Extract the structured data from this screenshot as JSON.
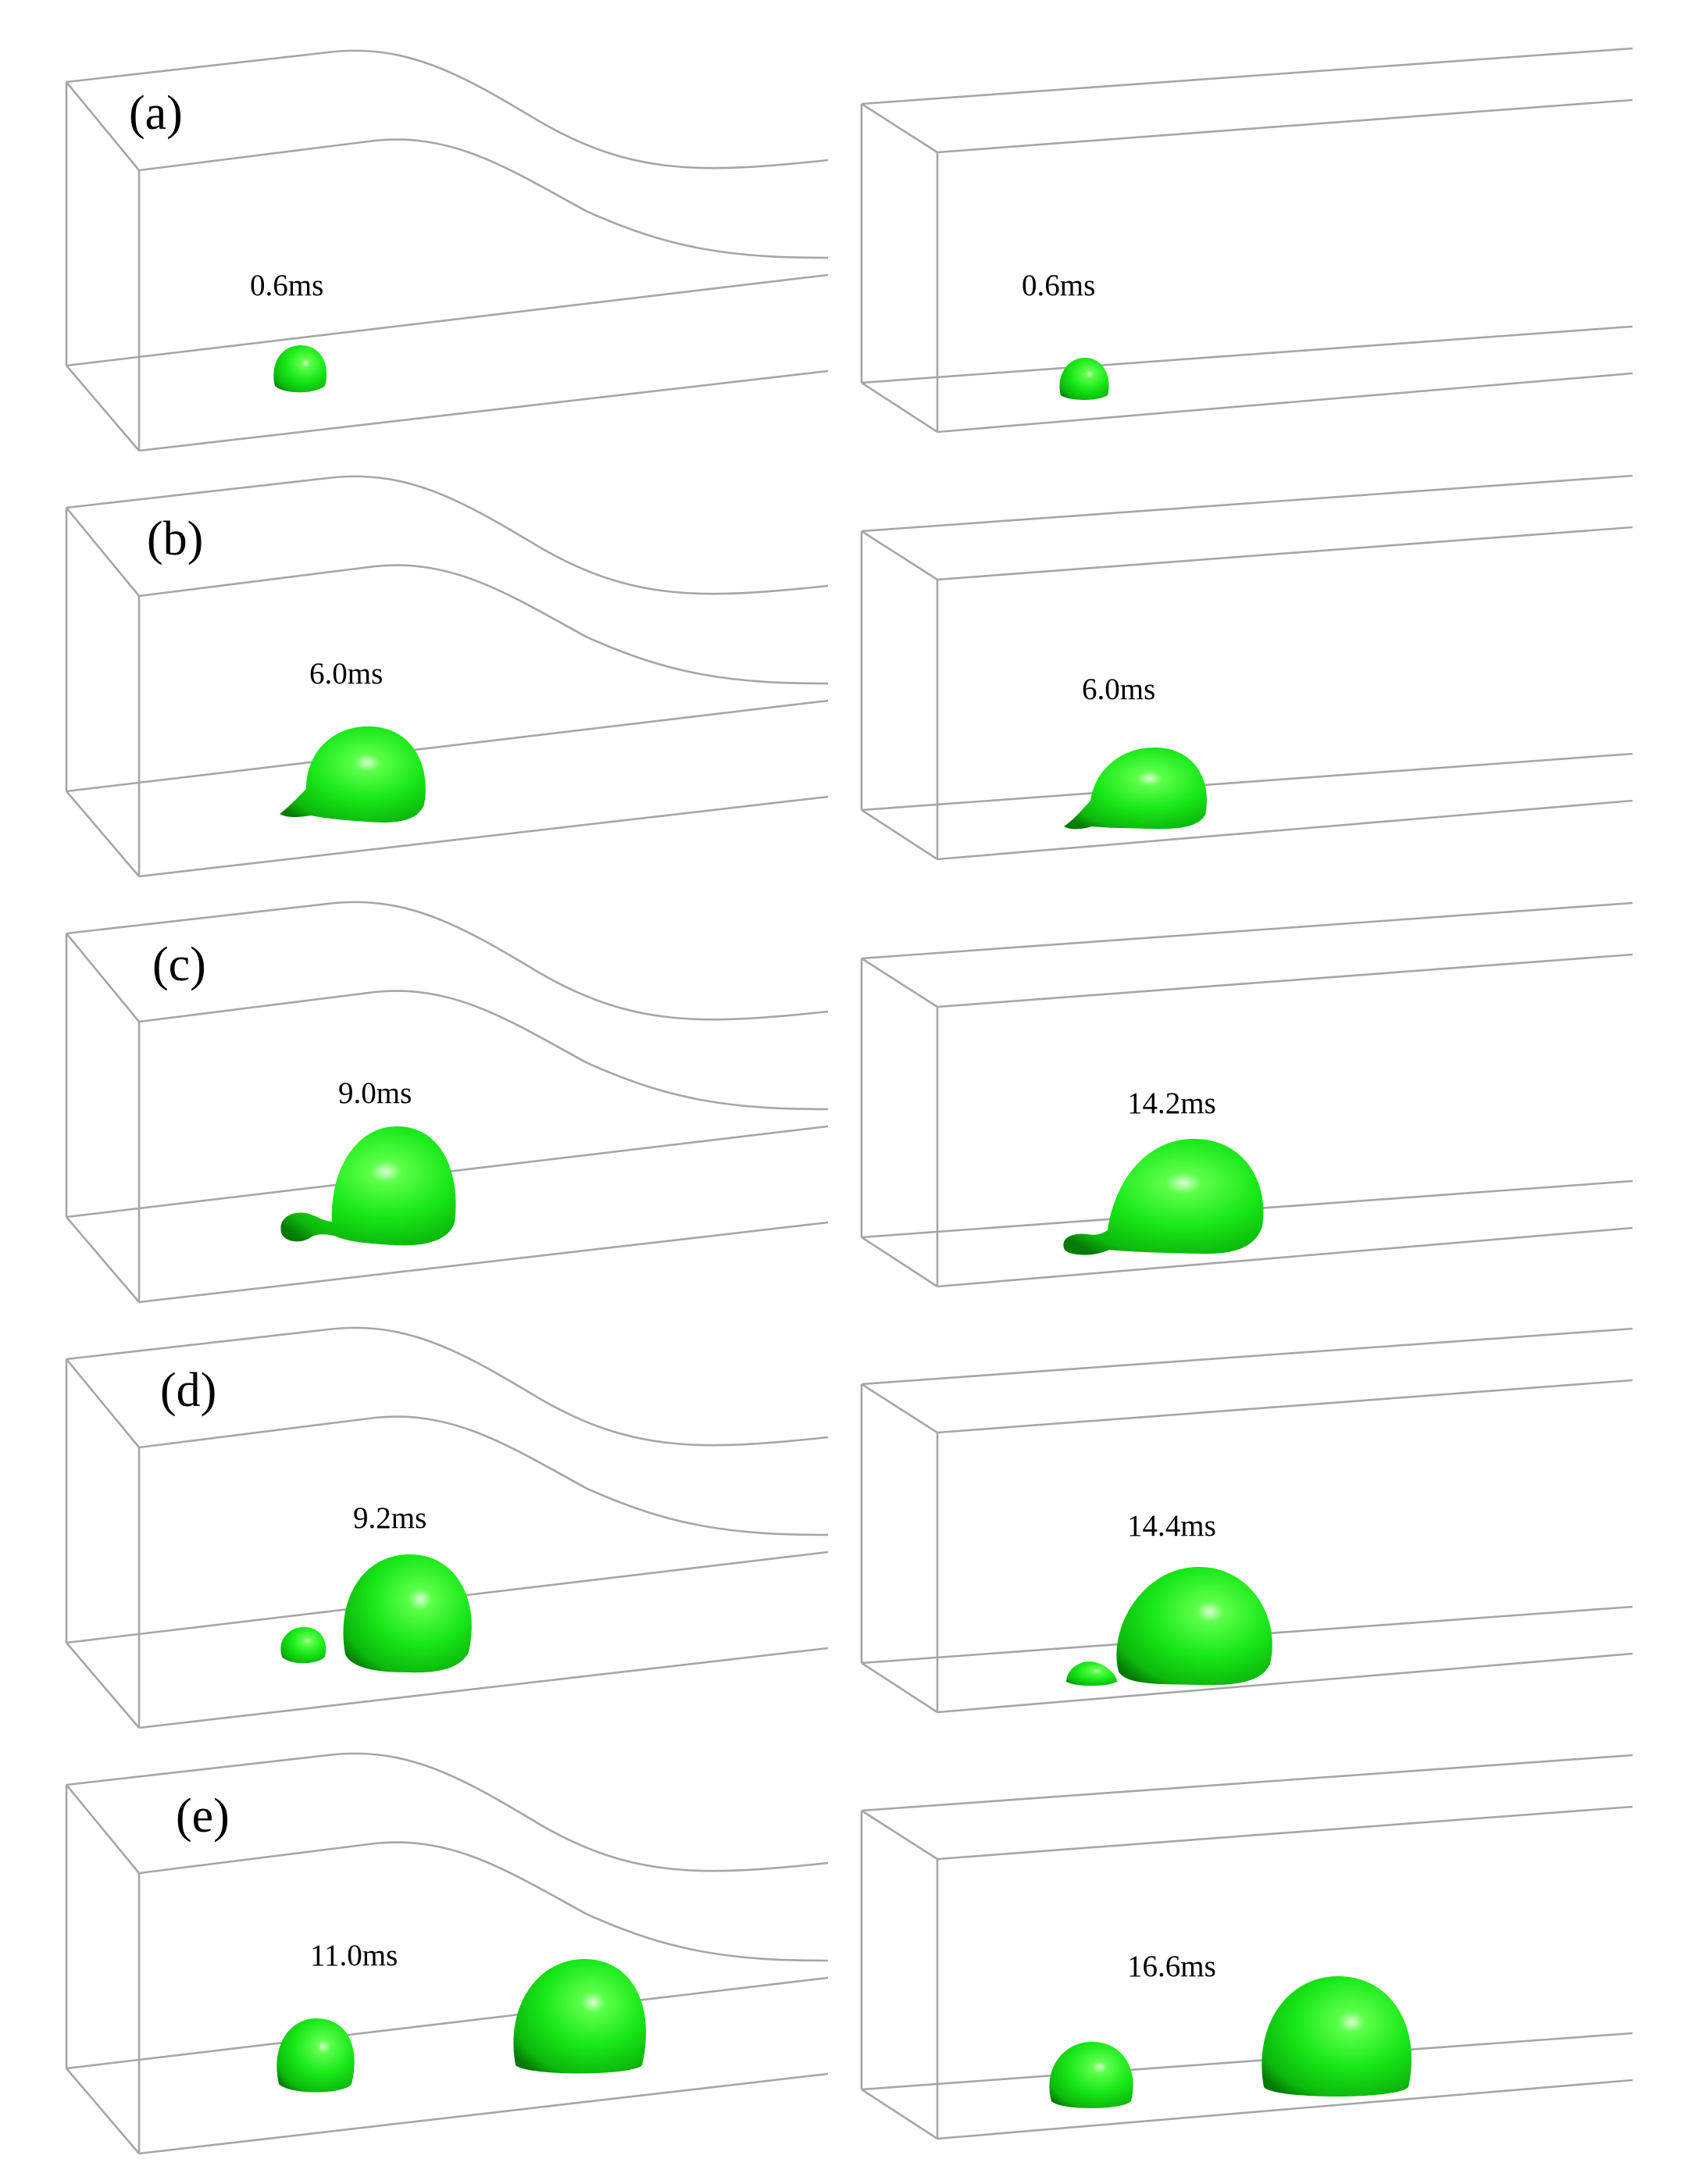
{
  "figure": {
    "rows": [
      {
        "label": "(a)",
        "left_time": "0.6ms",
        "right_time": "0.6ms"
      },
      {
        "label": "(b)",
        "left_time": "6.0ms",
        "right_time": "6.0ms"
      },
      {
        "label": "(c)",
        "left_time": "9.0ms",
        "right_time": "14.2ms"
      },
      {
        "label": "(d)",
        "left_time": "9.2ms",
        "right_time": "14.4ms"
      },
      {
        "label": "(e)",
        "left_time": "11.0ms",
        "right_time": "16.6ms"
      }
    ]
  },
  "colors": {
    "droplet": "#00ee00",
    "droplet_dark": "#009900",
    "frame": "#a6a6a6"
  },
  "icons": {
    "droplet": "green-droplet-icon"
  }
}
